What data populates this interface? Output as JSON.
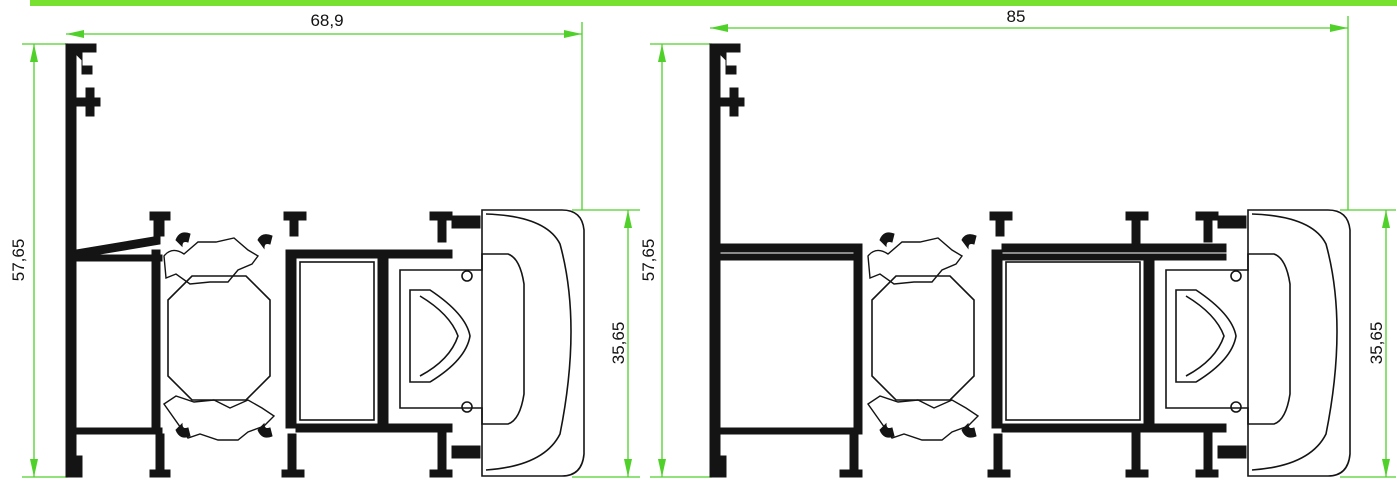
{
  "colors": {
    "dimension": "#4fd12a",
    "top_bar": "#77e030",
    "profile": "#141414",
    "background": "#ffffff"
  },
  "left_profile": {
    "width_label": "68,9",
    "height_label": "57,65",
    "sash_height_label": "35,65"
  },
  "right_profile": {
    "width_label": "85",
    "height_label": "57,65",
    "sash_height_label": "35,65"
  }
}
